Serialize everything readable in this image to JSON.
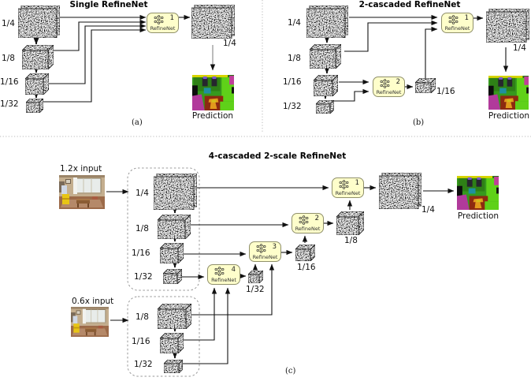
{
  "a": {
    "title": "Single RefineNet",
    "caption": "(a)",
    "scales": [
      "1/4",
      "1/8",
      "1/16",
      "1/32"
    ],
    "refinenet": {
      "index": "1",
      "label": "RefineNet"
    },
    "output_scale": "1/4",
    "prediction_label": "Prediction"
  },
  "b": {
    "title": "2-cascaded RefineNet",
    "caption": "(b)",
    "scales": [
      "1/4",
      "1/8",
      "1/16",
      "1/32"
    ],
    "refinenet_1": {
      "index": "1",
      "label": "RefineNet"
    },
    "refinenet_2": {
      "index": "2",
      "label": "RefineNet"
    },
    "intermediate_scale": "1/16",
    "output_scale": "1/4",
    "prediction_label": "Prediction"
  },
  "c": {
    "title": "4-cascaded 2-scale RefineNet",
    "caption": "(c)",
    "input_large_label": "1.2x input",
    "input_small_label": "0.6x input",
    "scales_large": [
      "1/4",
      "1/8",
      "1/16",
      "1/32"
    ],
    "scales_small": [
      "1/8",
      "1/16",
      "1/32"
    ],
    "refinenet_1": {
      "index": "1",
      "label": "RefineNet"
    },
    "refinenet_2": {
      "index": "2",
      "label": "RefineNet"
    },
    "refinenet_3": {
      "index": "3",
      "label": "RefineNet"
    },
    "refinenet_4": {
      "index": "4",
      "label": "RefineNet"
    },
    "refinenet_outputs": {
      "r1": "1/4",
      "r2": "1/8",
      "r3": "1/16",
      "r4": "1/32"
    },
    "prediction_label": "Prediction"
  },
  "colors": {
    "refinenet_fill": "#fefecb",
    "refinenet_border": "#90906b",
    "arrow": "#111111",
    "divider": "#b8b8b8"
  }
}
